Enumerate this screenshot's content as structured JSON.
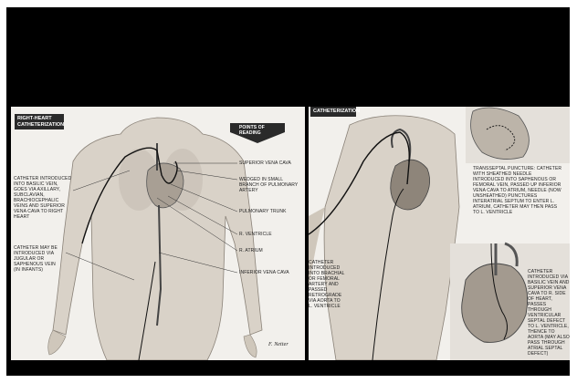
{
  "left_panel": {
    "header": "RIGHT-HEART CATHETERIZATION",
    "points_of_reading": "POINTS OF READING",
    "labels": [
      "SUPERIOR VENA CAVA",
      "WEDGED IN SMALL BRANCH OF PULMONARY ARTERY",
      "PULMONARY TRUNK",
      "R. VENTRICLE",
      "R. ATRIUM",
      "INFERIOR VENA CAVA"
    ],
    "note_upper": "CATHETER INTRODUCED INTO BASILIC VEIN, GOES VIA AXILLARY, SUBCLAVIAN, BRACHIOCEPHALIC VEINS AND SUPERIOR VENA CAVA TO RIGHT HEART",
    "note_lower": "CATHETER MAY BE INTRODUCED VIA JUGULAR OR SAPHENOUS VEIN (IN INFANTS)",
    "signature": "F. Netter"
  },
  "right_panel": {
    "header": "CATHETERIZATION",
    "transseptal_note": "TRANSSEPTAL PUNCTURE: CATHETER WITH SHEATHED NEEDLE INTRODUCED INTO SAPHENOUS OR FEMORAL VEIN, PASSED UP INFERIOR VENA CAVA TO ATRIUM, NEEDLE (NOW UNSHEATHED) PUNCTURES INTERATRIAL SEPTUM TO ENTER L. ATRIUM, CATHETER MAY THEN PASS TO L. VENTRICLE",
    "retrograde_note": "CATHETER INTRODUCED INTO BRACHIAL OR FEMORAL ARTERY AND PASSED RETROGRADE VIA AORTA TO L. VENTRICLE",
    "vsd_note": "CATHETER INTRODUCED VIA BASILIC VEIN AND SUPERIOR VENA CAVA TO R. SIDE OF HEART, PASSES THROUGH VENTRICULAR SEPTAL DEFECT TO L. VENTRICLE, THENCE TO AORTA (MAY ALSO PASS THROUGH ATRIAL SEPTAL DEFECT)"
  }
}
